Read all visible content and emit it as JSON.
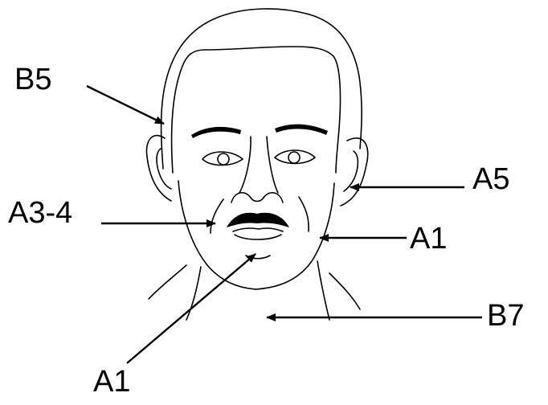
{
  "labels": {
    "b5": "B5",
    "a5": "A5",
    "a3_4": "A3-4",
    "a1_cheek": "A1",
    "b7": "B7",
    "a1_chin": "A1"
  },
  "colors": {
    "ink": "#000000",
    "background": "#ffffff"
  }
}
